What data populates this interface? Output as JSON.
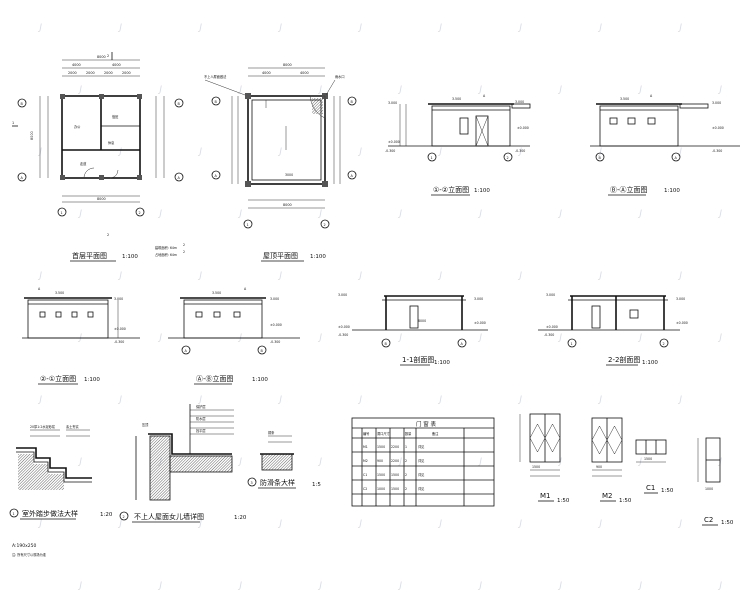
{
  "titles": {
    "ground_plan": "首层平面图",
    "roof_plan": "屋顶平面图",
    "elev_1_2": "①-②立面图",
    "elev_B_A": "Ⓑ-Ⓐ立面图",
    "elev_2_1": "②-①立面图",
    "elev_A_B": "Ⓐ-Ⓑ立面图",
    "section_1_1": "1-1剖面图",
    "section_2_2": "2-2剖面图",
    "detail_steps": "室外踏步做法大样",
    "detail_parapet": "不上人屋面女儿墙详图",
    "detail_gutter": "防滑条大样",
    "door_window_table": "门 窗 表",
    "m1": "M1",
    "m2": "M2",
    "c1": "C1",
    "c2": "C2"
  },
  "scales": {
    "s100": "1:100",
    "s20": "1:20",
    "s5": "1:5",
    "s50": "1:50"
  },
  "area_notes": {
    "line1": "建筑面积: 64m",
    "line2": "占地面积: 64m",
    "sup": "2"
  },
  "plan_dims": {
    "overall": "8000",
    "bay1": "4000",
    "bay2": "4000",
    "sub": [
      "2000",
      "2000",
      "2000",
      "2000"
    ],
    "d3000": "3000"
  },
  "elevation_marks": {
    "top": "3.500",
    "mid": "±0.000",
    "ground": "-0.300",
    "roof": "3.000"
  },
  "grid_labels": {
    "g1": "1",
    "g2": "2",
    "gA": "A",
    "gB": "B"
  },
  "table_headers": [
    "编号",
    "洞口尺寸",
    "数量",
    "备注"
  ],
  "table_rows": [
    [
      "M1",
      "1500",
      "2200",
      "1",
      "详见"
    ],
    [
      "M2",
      "900",
      "2200",
      "2",
      "详见"
    ],
    [
      "C1",
      "1500",
      "1500",
      "2",
      "详见"
    ],
    [
      "C2",
      "1000",
      "1500",
      "2",
      "详见"
    ]
  ],
  "notes": {
    "n1": "A:190x250",
    "n2": "注: 所有尺寸以现场为准"
  },
  "detail_labels": {
    "d1": "1",
    "d2": "2",
    "d3": "3"
  },
  "section_mark": "2",
  "watermark": "J"
}
